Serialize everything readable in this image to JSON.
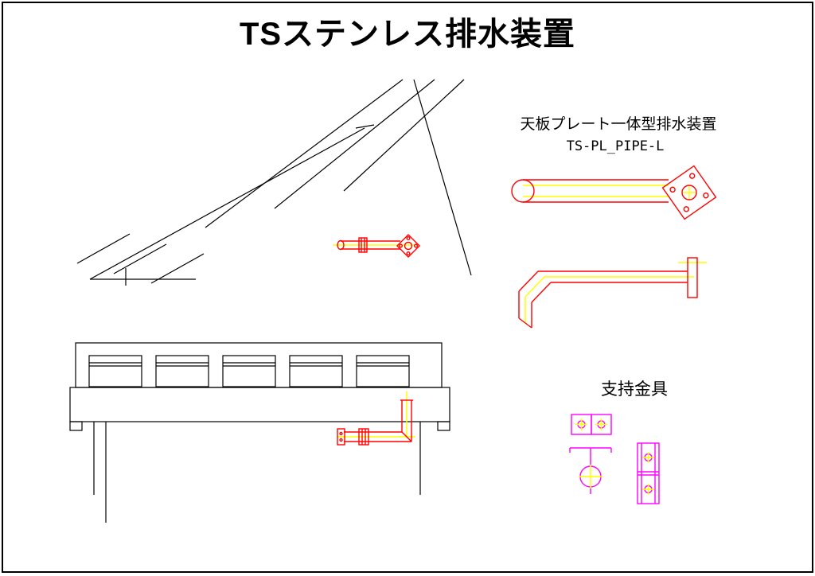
{
  "title": "TSステンレス排水装置",
  "details": {
    "heading": "天板プレート一体型排水装置",
    "part_number": "TS-PL_PIPE-L",
    "support_heading": "支持金具"
  },
  "colors": {
    "black": "#000000",
    "red": "#ff0000",
    "yellow": "#ffff00",
    "magenta": "#ff00ff",
    "bg": "#ffffff"
  }
}
